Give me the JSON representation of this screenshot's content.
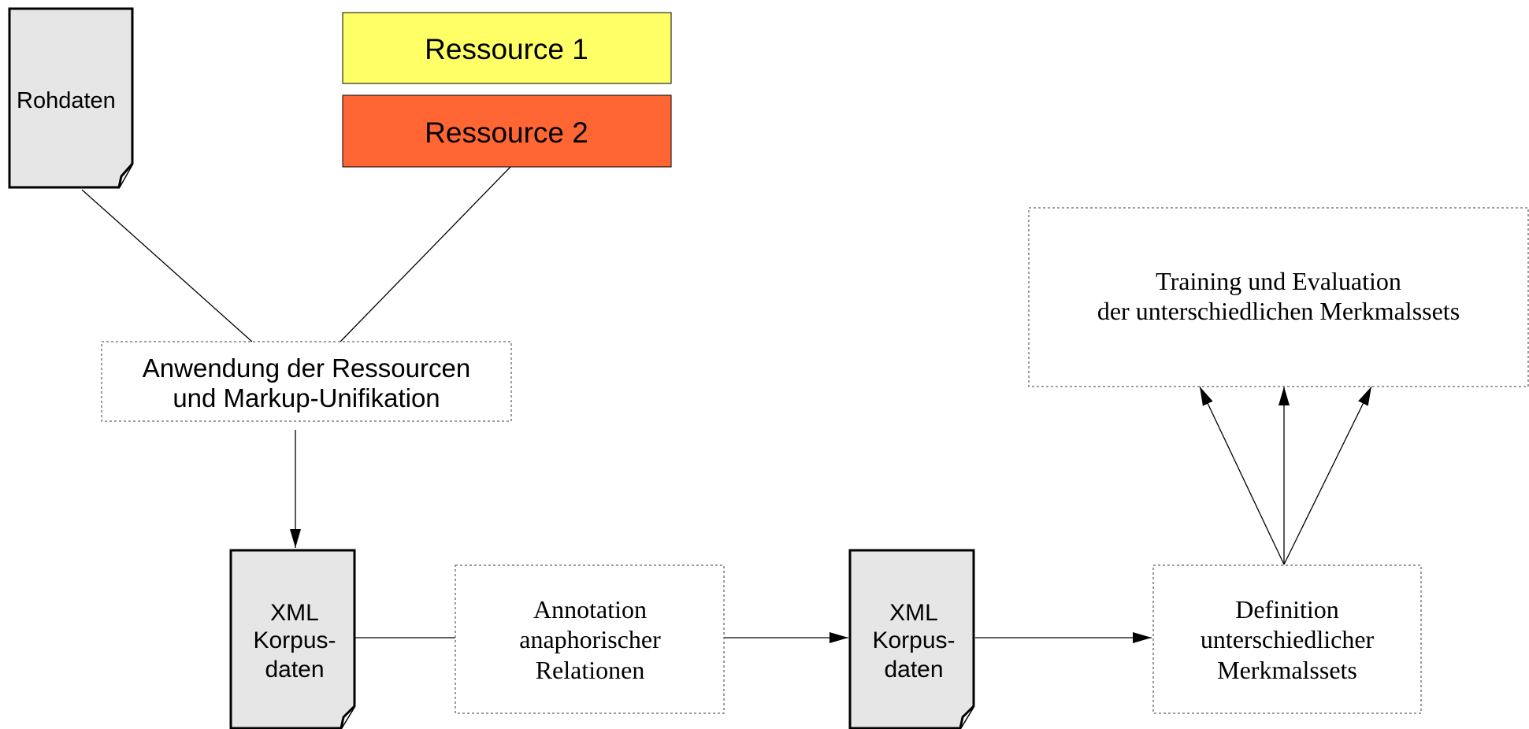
{
  "nodes": {
    "rohdaten": {
      "label": "Rohdaten"
    },
    "ressource1": {
      "label": "Ressource 1",
      "color": "#ffff66"
    },
    "ressource2": {
      "label": "Ressource 2",
      "color": "#ff6633"
    },
    "anwendung": {
      "lines": [
        "Anwendung der Ressourcen",
        "und Markup-Unifikation"
      ]
    },
    "xml1": {
      "lines": [
        "XML",
        "Korpus-",
        "daten"
      ]
    },
    "annotation": {
      "lines": [
        "Annotation",
        "anaphorischer",
        "Relationen"
      ]
    },
    "xml2": {
      "lines": [
        "XML",
        "Korpus-",
        "daten"
      ]
    },
    "definition": {
      "lines": [
        "Definition",
        "unterschiedlicher",
        "Merkmalssets"
      ]
    },
    "training": {
      "lines": [
        "Training und Evaluation",
        "der unterschiedlichen Merkmalssets"
      ]
    }
  },
  "colors": {
    "document_fill": "#e6e6e6",
    "dashed_border": "#666666"
  }
}
